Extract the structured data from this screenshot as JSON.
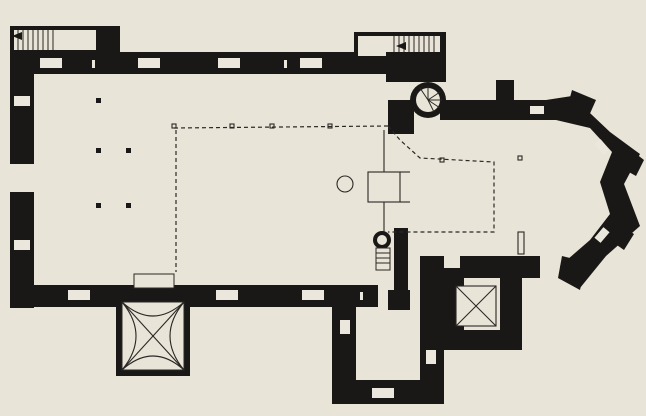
{
  "caption": "",
  "colors": {
    "paper": "#e9e4d8",
    "ink": "#1a1816"
  },
  "parts": [
    "west-stair",
    "east-stair",
    "nave",
    "chancel",
    "apse",
    "north-porch",
    "south-chapel",
    "sacristy",
    "spiral-stair",
    "altar",
    "font"
  ]
}
